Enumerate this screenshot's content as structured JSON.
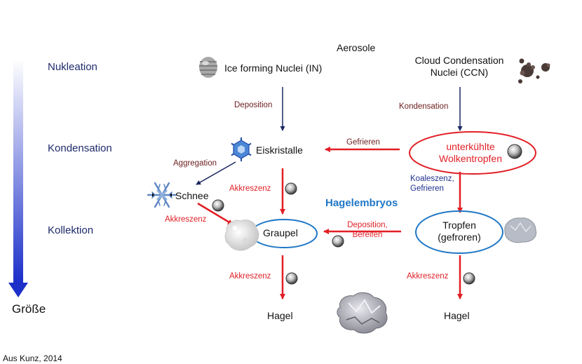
{
  "stages": {
    "nukleation": "Nukleation",
    "kondensation": "Kondensation",
    "kollektion": "Kollektion",
    "size_axis": "Größe"
  },
  "nodes": {
    "aerosole": "Aerosole",
    "ice_nuclei": "Ice forming Nuclei (IN)",
    "ccn_line1": "Cloud Condensation",
    "ccn_line2": "Nuclei (CCN)",
    "eiskristalle": "Eiskristalle",
    "wolkentropfen_line1": "unterkühlte",
    "wolkentropfen_line2": "Wolkentropfen",
    "schnee": "Schnee",
    "graupel": "Graupel",
    "tropfen_line1": "Tropfen",
    "tropfen_line2": "(gefroren)",
    "hagel_left": "Hagel",
    "hagel_right": "Hagel",
    "hagelembryos": "Hagelembryos"
  },
  "processes": {
    "deposition": "Deposition",
    "kondensation": "Kondensation",
    "gefrieren": "Gefrieren",
    "aggregation": "Aggregation",
    "akkreszenz_eis": "Akkreszenz",
    "koaleszenz_line1": "Koaleszenz,",
    "koaleszenz_line2": "Gefrieren",
    "akkreszenz_schnee": "Akkreszenz",
    "deposition_bereifen_line1": "Deposition,",
    "deposition_bereifen_line2": "Bereifen",
    "akkreszenz_graupel": "Akkreszenz",
    "akkreszenz_tropfen": "Akkreszenz"
  },
  "credit": "Aus Kunz, 2014",
  "colors": {
    "stage_text": "#1f2a6b",
    "red_arrow": "#e21f26",
    "dark_arrow": "#1b2660",
    "ellipse_red": "#e21f26",
    "ellipse_blue": "#1f77c6",
    "embryo_text": "#1f77c6",
    "size_axis_top": "#ffffff",
    "size_axis_bottom": "#1c2fc9"
  },
  "icons": [
    "dust-particle-icon",
    "ccn-particle-icon",
    "ice-crystal-icon",
    "snowflake-icon",
    "graupel-icon",
    "frozen-drop-icon",
    "hail-icon",
    "water-droplet-icon"
  ]
}
